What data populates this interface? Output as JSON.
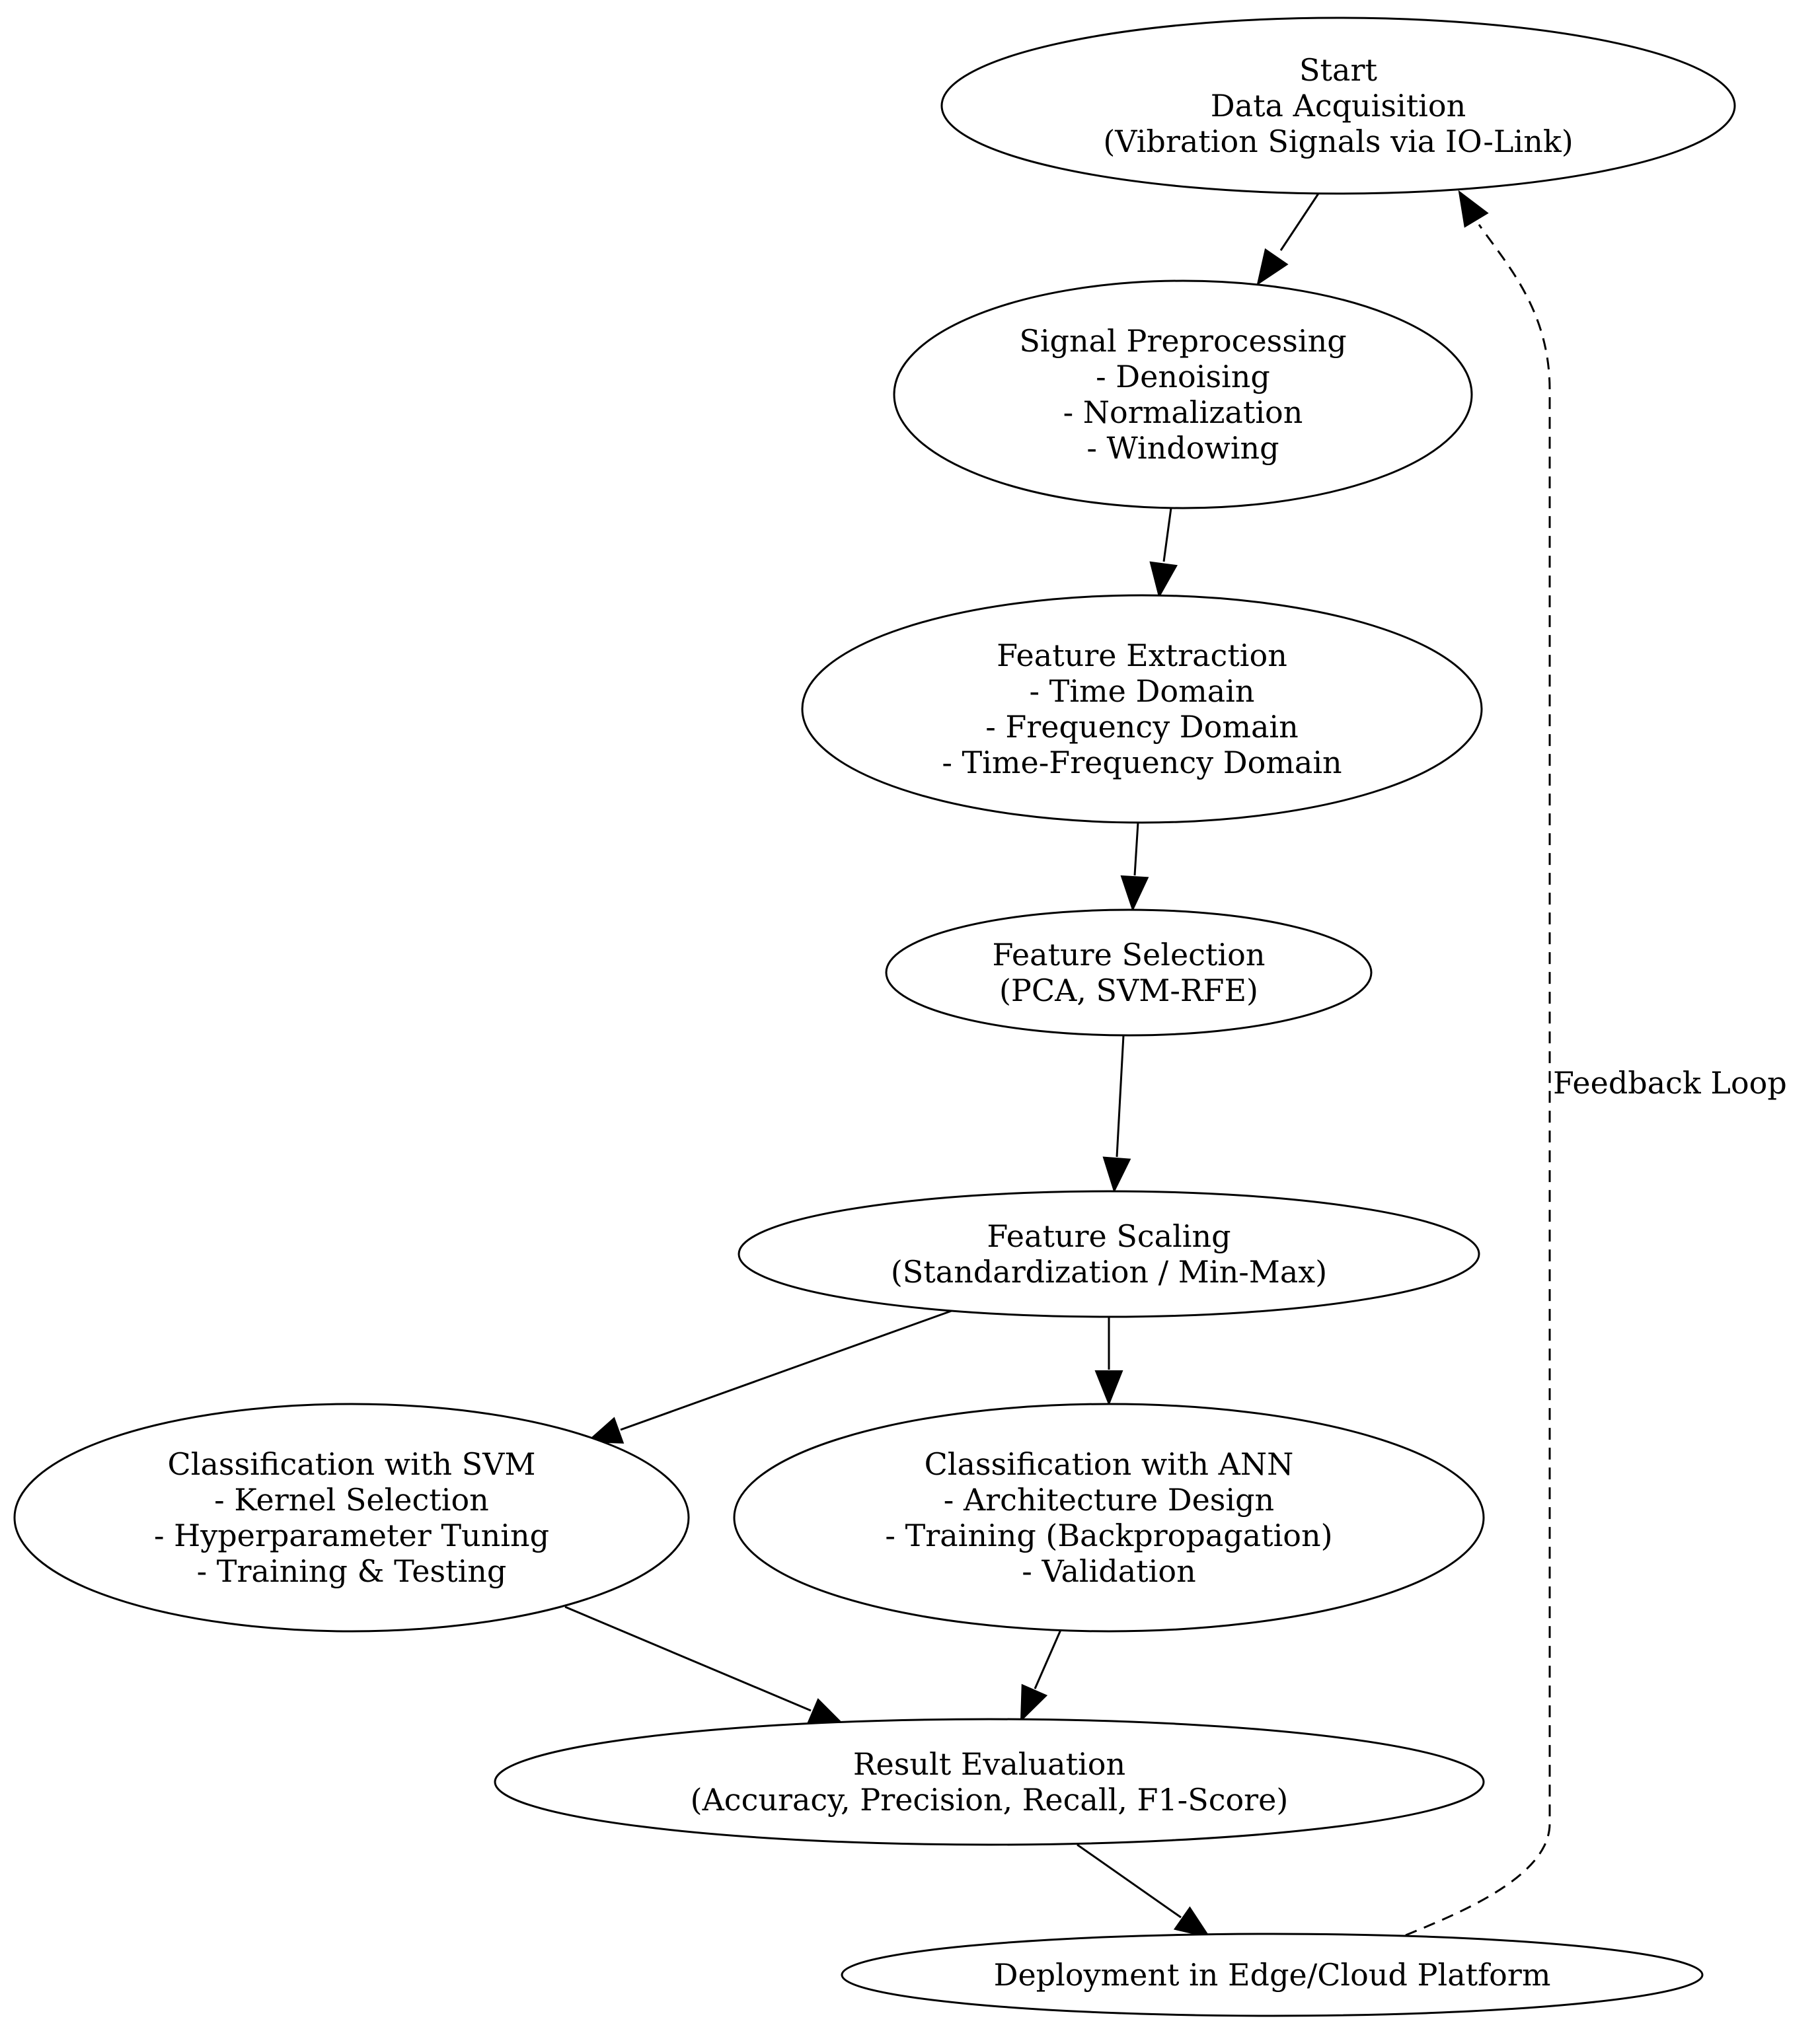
{
  "diagram": {
    "nodes": [
      {
        "id": "start",
        "lines": [
          "Start",
          "Data Acquisition",
          "(Vibration Signals via IO-Link)"
        ]
      },
      {
        "id": "preprocessing",
        "lines": [
          "Signal Preprocessing",
          "- Denoising",
          "- Normalization",
          "- Windowing"
        ]
      },
      {
        "id": "extraction",
        "lines": [
          "Feature Extraction",
          "- Time Domain",
          "- Frequency Domain",
          "- Time-Frequency Domain"
        ]
      },
      {
        "id": "selection",
        "lines": [
          "Feature Selection",
          "(PCA, SVM-RFE)"
        ]
      },
      {
        "id": "scaling",
        "lines": [
          "Feature Scaling",
          "(Standardization / Min-Max)"
        ]
      },
      {
        "id": "svm",
        "lines": [
          "Classification with SVM",
          "- Kernel Selection",
          "- Hyperparameter Tuning",
          "- Training & Testing"
        ]
      },
      {
        "id": "ann",
        "lines": [
          "Classification with ANN",
          "- Architecture Design",
          "- Training (Backpropagation)",
          "- Validation"
        ]
      },
      {
        "id": "evaluation",
        "lines": [
          "Result Evaluation",
          "(Accuracy, Precision, Recall, F1-Score)"
        ]
      },
      {
        "id": "deployment",
        "lines": [
          "Deployment in Edge/Cloud Platform"
        ]
      }
    ],
    "edges": [
      {
        "from": "start",
        "to": "preprocessing",
        "style": "solid",
        "label": ""
      },
      {
        "from": "preprocessing",
        "to": "extraction",
        "style": "solid",
        "label": ""
      },
      {
        "from": "extraction",
        "to": "selection",
        "style": "solid",
        "label": ""
      },
      {
        "from": "selection",
        "to": "scaling",
        "style": "solid",
        "label": ""
      },
      {
        "from": "scaling",
        "to": "svm",
        "style": "solid",
        "label": ""
      },
      {
        "from": "scaling",
        "to": "ann",
        "style": "solid",
        "label": ""
      },
      {
        "from": "svm",
        "to": "evaluation",
        "style": "solid",
        "label": ""
      },
      {
        "from": "ann",
        "to": "evaluation",
        "style": "solid",
        "label": ""
      },
      {
        "from": "evaluation",
        "to": "deployment",
        "style": "solid",
        "label": ""
      },
      {
        "from": "deployment",
        "to": "start",
        "style": "dashed",
        "label": "Feedback Loop"
      }
    ]
  }
}
